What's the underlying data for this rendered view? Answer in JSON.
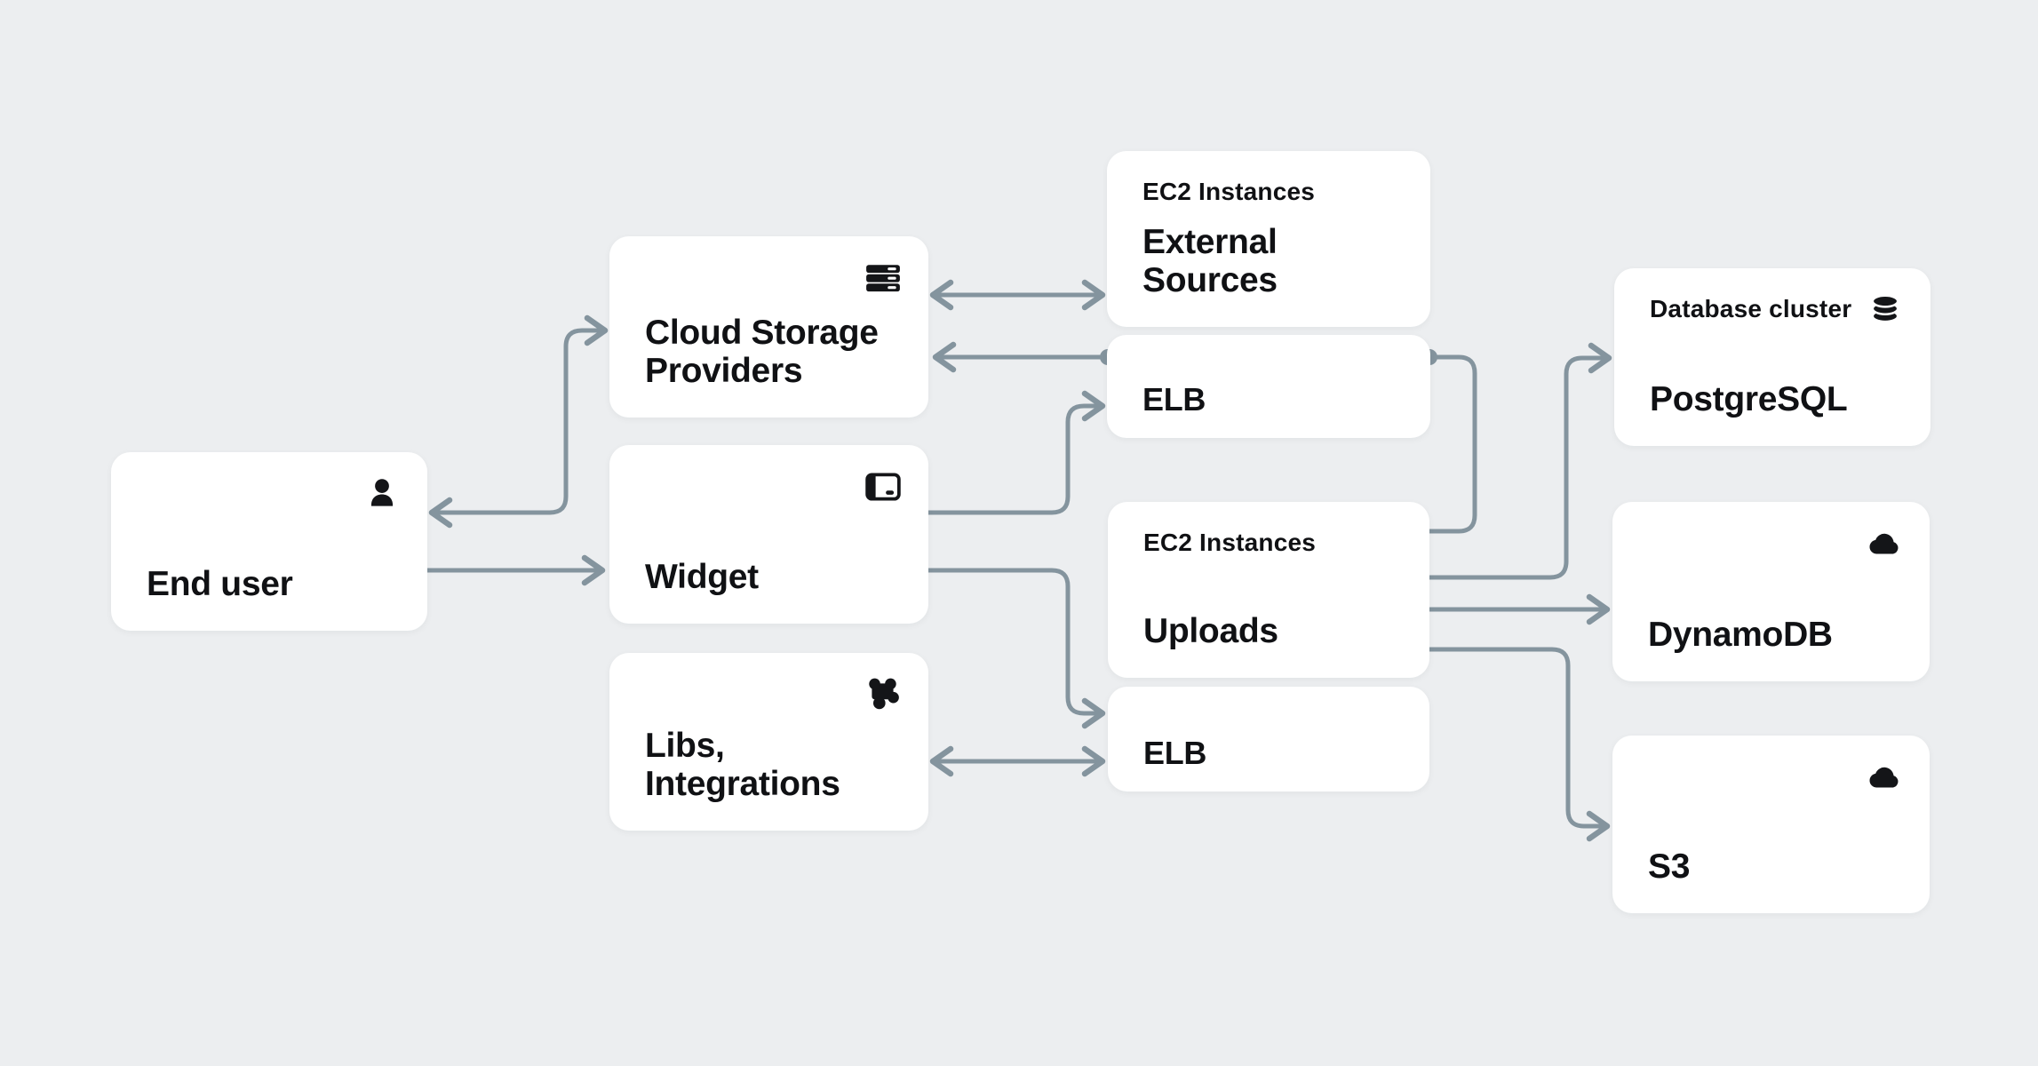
{
  "app": {
    "background": "#ECEEF0",
    "card_color": "#FFFFFF",
    "line_color": "#84949E",
    "dotted_line_color": "#BFC8CE",
    "text_color": "#101114"
  },
  "nodes": {
    "end_user": {
      "title": "End user",
      "icon": "user-icon"
    },
    "cloud_storage": {
      "title": "Cloud Storage Providers",
      "icon": "server-stack-icon"
    },
    "widget": {
      "title": "Widget",
      "icon": "card-icon"
    },
    "libs": {
      "title": "Libs, Integrations",
      "icon": "puzzle-icon"
    },
    "external_sources": {
      "subtitle": "EC2 Instances",
      "title": "External Sources"
    },
    "elb_top": {
      "title": "ELB"
    },
    "uploads": {
      "subtitle": "EC2 Instances",
      "title": "Uploads"
    },
    "elb_bottom": {
      "title": "ELB"
    },
    "postgresql": {
      "subtitle": "Database cluster",
      "title": "PostgreSQL",
      "icon": "database-icon"
    },
    "dynamodb": {
      "title": "DynamoDB",
      "icon": "cloud-icon"
    },
    "s3": {
      "title": "S3",
      "icon": "cloud-icon"
    }
  },
  "edges": [
    {
      "from": "end_user",
      "to": "cloud_storage",
      "direction": "both",
      "style": "solid"
    },
    {
      "from": "end_user",
      "to": "widget",
      "direction": "forward",
      "style": "solid"
    },
    {
      "from": "cloud_storage",
      "to": "external_sources",
      "direction": "both",
      "style": "solid"
    },
    {
      "from": "uploads",
      "to": "cloud_storage",
      "direction": "forward",
      "style": "dotted-across-elb",
      "note": "passes behind top ELB as dotted segment with round endpoints"
    },
    {
      "from": "widget",
      "to": "elb_top",
      "direction": "forward",
      "style": "solid"
    },
    {
      "from": "widget",
      "to": "elb_bottom",
      "direction": "forward",
      "style": "solid"
    },
    {
      "from": "libs",
      "to": "elb_bottom",
      "direction": "both",
      "style": "solid"
    },
    {
      "from": "uploads",
      "to": "postgresql",
      "direction": "forward",
      "style": "solid"
    },
    {
      "from": "uploads",
      "to": "dynamodb",
      "direction": "forward",
      "style": "solid"
    },
    {
      "from": "uploads",
      "to": "s3",
      "direction": "forward",
      "style": "solid"
    }
  ]
}
